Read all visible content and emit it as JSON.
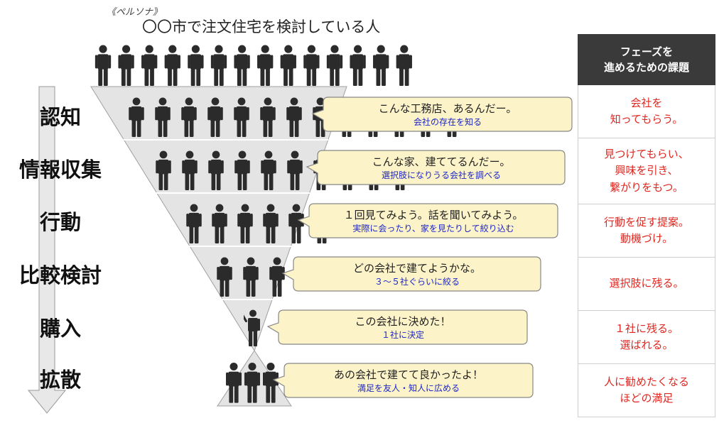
{
  "persona": {
    "tag": "《ペルソナ》",
    "title": "〇〇市で注文住宅を検討している人"
  },
  "stages": [
    {
      "label": "認知",
      "bubble": "こんな工務店、あるんだー。",
      "sub": "会社の存在を知る",
      "task": "会社を\n知ってもらう。",
      "people": 13
    },
    {
      "label": "情報収集",
      "bubble": "こんな家、建ててるんだー。",
      "sub": "選択肢になりうる会社を調べる",
      "task": "見つけてもらい、\n興味を引き、\n繋がりをもつ。",
      "people": 10
    },
    {
      "label": "行動",
      "bubble": "１回見てみよう。話を聞いてみよう。",
      "sub": "実際に会ったり、家を見たりして絞り込む",
      "task": "行動を促す提案。\n動機づけ。",
      "people": 6
    },
    {
      "label": "比較検討",
      "bubble": "どの会社で建てようかな。",
      "sub": "３～５社ぐらいに絞る",
      "task": "選択肢に残る。",
      "people": 3
    },
    {
      "label": "購入",
      "bubble": "この会社に決めた！",
      "sub": "１社に決定",
      "task": "１社に残る。\n選ばれる。",
      "people": 1
    },
    {
      "label": "拡散",
      "bubble": "あの会社で建てて良かったよ！",
      "sub": "満足を友人・知人に広める",
      "task": "人に勧めたくなる\nほどの満足",
      "people": 3
    }
  ],
  "top_people": 14,
  "table": {
    "header": "フェーズを\n進めるための課題"
  },
  "colors": {
    "bubble_fill": "#fdf3c9",
    "bubble_stroke": "#888888",
    "sub_text": "#1a25c9",
    "task_text": "#e0261f",
    "header_bg": "#3a3a3a",
    "funnel_fill": "#e4e4e4",
    "person": "#2b2b2b",
    "arrow_fill": "#e8e8e8"
  }
}
